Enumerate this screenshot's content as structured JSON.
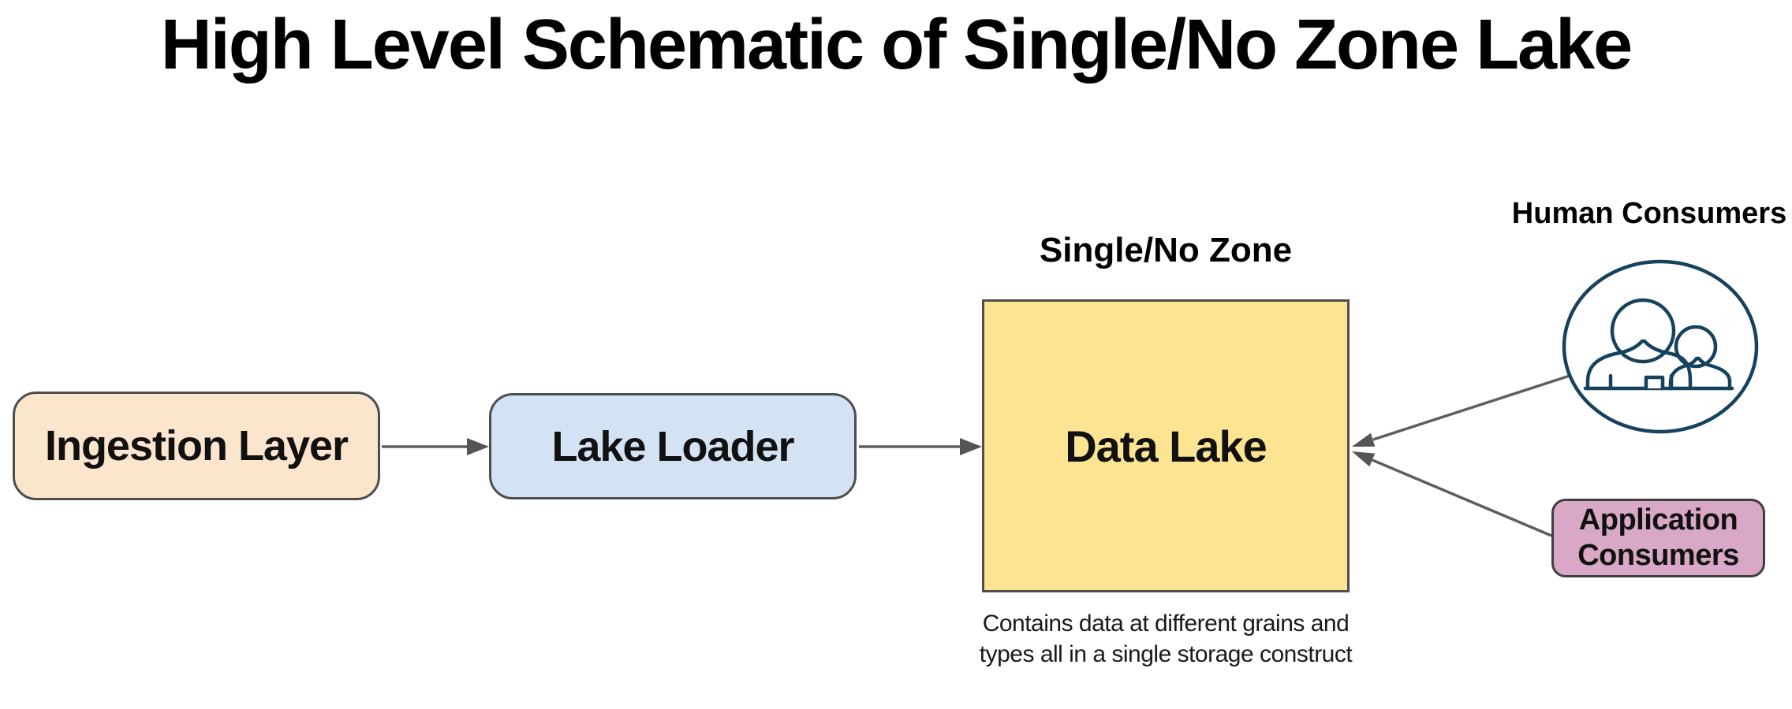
{
  "title": "High Level Schematic of Single/No Zone Lake",
  "diagram": {
    "ingestion_layer": {
      "label": "Ingestion Layer"
    },
    "lake_loader": {
      "label": "Lake Loader"
    },
    "data_lake": {
      "zone_label": "Single/No Zone",
      "label": "Data Lake",
      "caption_line1": "Contains data at different grains and",
      "caption_line2": "types all in a single storage construct"
    },
    "human_consumers": {
      "label": "Human Consumers"
    },
    "application_consumers": {
      "label_line1": "Application",
      "label_line2": "Consumers"
    }
  },
  "colors": {
    "ingestion_fill": "#FCE5CD",
    "lake_loader_fill": "#D4E3F3",
    "data_lake_fill": "#FCE493",
    "application_fill": "#D8A8C6",
    "box_border": "#4D4D4D",
    "connector": "#5E5E5E",
    "arrowhead": "#555555",
    "icon_navy": "#16425E",
    "title_text": "#000000"
  }
}
